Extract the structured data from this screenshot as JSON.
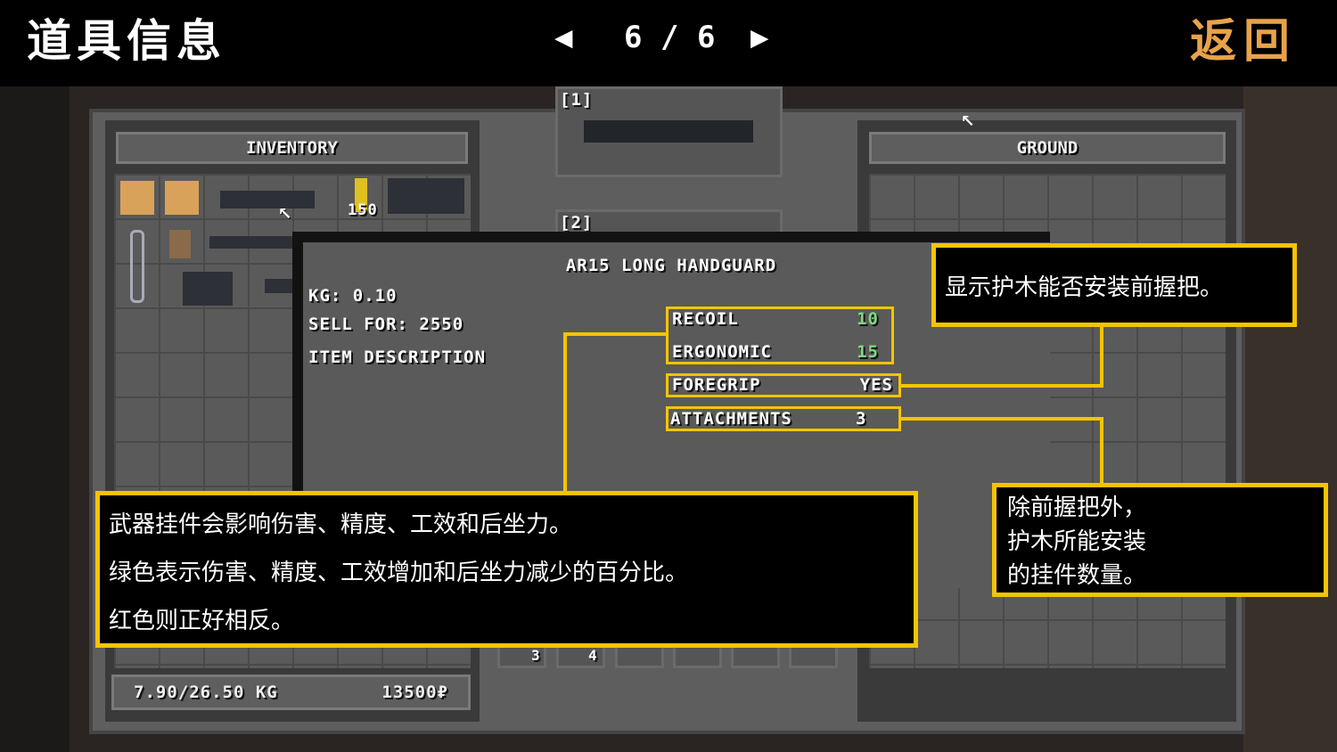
{
  "header": {
    "title": "道具信息",
    "page_current": "6",
    "page_sep": "/",
    "page_total": "6",
    "prev_icon": "triangle-left",
    "next_icon": "triangle-right",
    "back_label": "返回",
    "back_color": "#e8a24a"
  },
  "inventory": {
    "label": "INVENTORY",
    "stack_count": "150",
    "weight": "7.90/26.50 KG",
    "money": "13500₽"
  },
  "center_slots": [
    {
      "label": "[1]"
    },
    {
      "label": "[2]"
    }
  ],
  "ground": {
    "label": "GROUND"
  },
  "hotbar": {
    "count_1": "3",
    "count_2": "4"
  },
  "item": {
    "name": "AR15 LONG HANDGUARD",
    "kg": "KG: 0.10",
    "sell": "SELL FOR: 2550",
    "description_label": "ITEM DESCRIPTION",
    "stats": [
      {
        "label": "RECOIL",
        "value": "10"
      },
      {
        "label": "ERGONOMIC",
        "value": "15"
      },
      {
        "label": "FOREGRIP",
        "value": "YES"
      },
      {
        "label": "ATTACHMENTS",
        "value": "3"
      }
    ],
    "positive_color": "#7fd87f"
  },
  "callouts": {
    "foregrip": "显示护木能否安装前握把。",
    "stats_lines": [
      "武器挂件会影响伤害、精度、工效和后坐力。",
      "绿色表示伤害、精度、工效增加和后坐力减少的百分比。",
      "红色则正好相反。"
    ],
    "attach_lines": [
      "除前握把外，",
      "护木所能安装",
      "的挂件数量。"
    ],
    "border_color": "#f5c400"
  }
}
